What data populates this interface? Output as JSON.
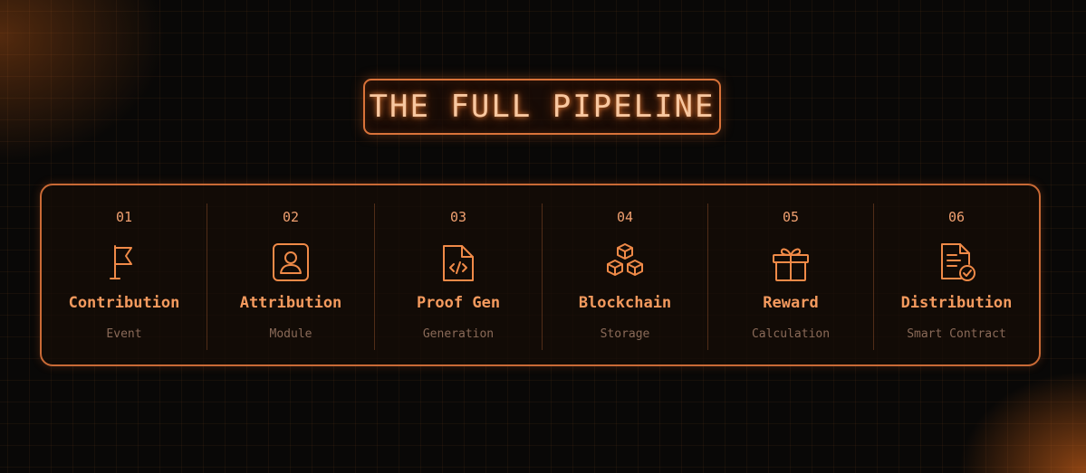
{
  "title": "THE FULL PIPELINE",
  "accent_color": "#f49a5e",
  "steps": [
    {
      "number": "01",
      "label": "Contribution",
      "sub": "Event",
      "icon": "flag-icon"
    },
    {
      "number": "02",
      "label": "Attribution",
      "sub": "Module",
      "icon": "user-badge-icon"
    },
    {
      "number": "03",
      "label": "Proof Gen",
      "sub": "Generation",
      "icon": "code-file-icon"
    },
    {
      "number": "04",
      "label": "Blockchain",
      "sub": "Storage",
      "icon": "blocks-icon"
    },
    {
      "number": "05",
      "label": "Reward",
      "sub": "Calculation",
      "icon": "gift-icon"
    },
    {
      "number": "06",
      "label": "Distribution",
      "sub": "Smart Contract",
      "icon": "document-check-icon"
    }
  ]
}
